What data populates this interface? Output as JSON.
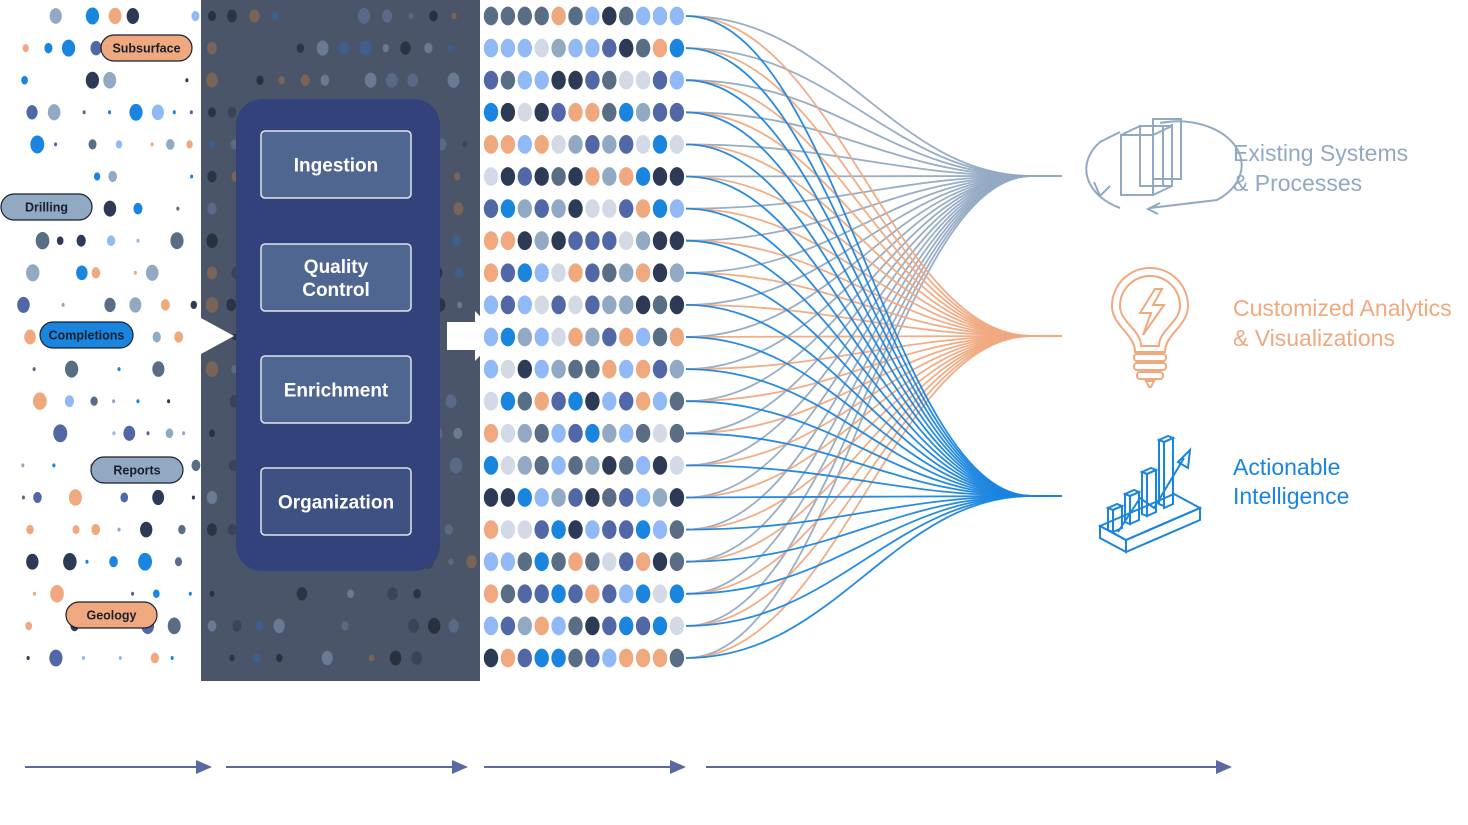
{
  "colors": {
    "dark_panel": "#4a5569",
    "process_box": "#33427a",
    "stage_box": "#4e6690",
    "navy": "#2d3a55",
    "slate": "#596d85",
    "steel": "#92a9c3",
    "light_blue": "#91b9f5",
    "bright_blue": "#1a85df",
    "indigo": "#5267a6",
    "orange": "#f0a97f",
    "pale": "#d4dae5",
    "arrow": "#5a6aa0"
  },
  "sources": [
    {
      "label": "Subsurface",
      "color": "#f0a97f"
    },
    {
      "label": "Drilling",
      "color": "#92a9c3"
    },
    {
      "label": "Completions",
      "color": "#1a85df"
    },
    {
      "label": "Reports",
      "color": "#92a9c3"
    },
    {
      "label": "Geology",
      "color": "#f0a97f"
    }
  ],
  "stages": [
    {
      "label": "Ingestion"
    },
    {
      "label": "Quality\nControl"
    },
    {
      "label": "Enrichment"
    },
    {
      "label": "Organization"
    }
  ],
  "outputs": [
    {
      "line1": "Existing Systems",
      "line2": "& Processes",
      "color": "#92a9c3",
      "icon": "server-cycle-icon"
    },
    {
      "line1": "Customized Analytics",
      "line2": "& Visualizations",
      "color": "#f0a97f",
      "icon": "lightbulb-icon"
    },
    {
      "line1": "Actionable",
      "line2": "Intelligence",
      "color": "#1a85df",
      "icon": "bar-chart-growth-icon"
    }
  ]
}
